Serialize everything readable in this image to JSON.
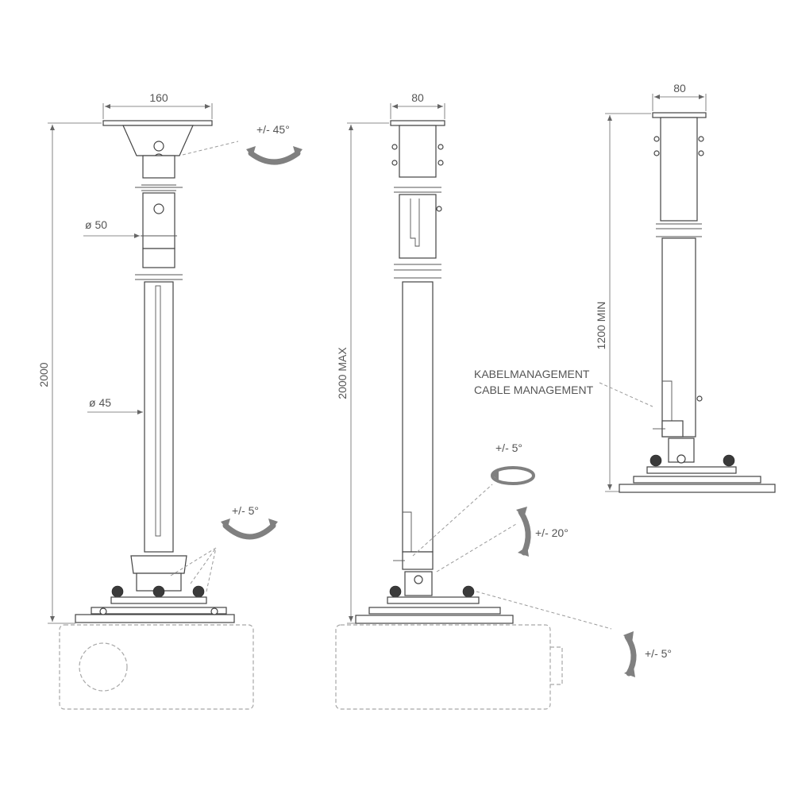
{
  "dimensions": {
    "front_width": "160",
    "side_width": "80",
    "short_width": "80",
    "front_height": "2000",
    "side_height": "2000 MAX",
    "short_height": "1200 MIN",
    "dia_outer": "ø 50",
    "dia_inner": "ø 45"
  },
  "angles": {
    "top_tilt": "+/- 45°",
    "front_base": "+/- 5°",
    "rotation": "+/- 5°",
    "tilt": "+/- 20°",
    "roll": "+/- 5°"
  },
  "callout": {
    "line1": "KABELMANAGEMENT",
    "line2": "CABLE MANAGEMENT"
  },
  "colors": {
    "line": "#444444",
    "arrow": "#808080",
    "dashed": "#a8a8a8"
  }
}
